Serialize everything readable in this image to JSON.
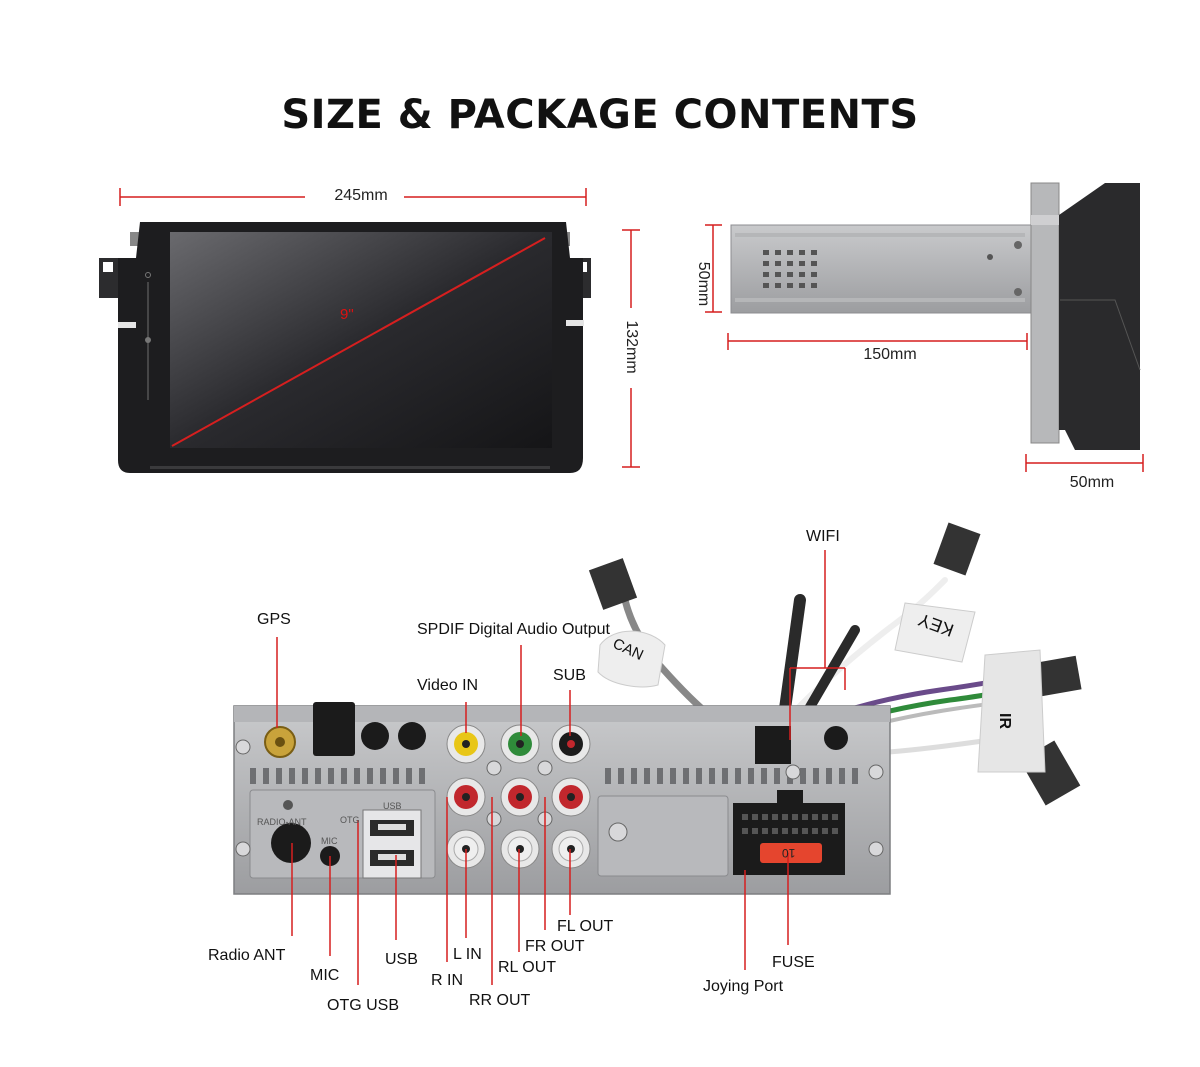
{
  "title": "SIZE & PACKAGE CONTENTS",
  "dimensions": {
    "width": "245mm",
    "height": "132mm",
    "diagonal": "9\"",
    "depth": "150mm",
    "box_height": "50mm",
    "bracket_depth": "50mm"
  },
  "labels": {
    "gps": "GPS",
    "spdif": "SPDIF Digital Audio Output",
    "video_in": "Video IN",
    "sub": "SUB",
    "wifi": "WIFI",
    "radio_ant": "Radio ANT",
    "mic": "MIC",
    "otg_usb": "OTG USB",
    "usb": "USB",
    "l_in": "L IN",
    "r_in": "R IN",
    "rr_out": "RR OUT",
    "rl_out": "RL OUT",
    "fr_out": "FR OUT",
    "fl_out": "FL OUT",
    "joying_port": "Joying Port",
    "fuse": "FUSE"
  },
  "cable_tags": {
    "can": "CAN",
    "key": "KEY",
    "ir": "IR"
  },
  "panel_prints": {
    "radio_ant": "RADIO-ANT",
    "mic": "MIC",
    "otg": "OTG",
    "usb": "USB",
    "fuse_value": "10"
  },
  "colors": {
    "accent_red": "#d61f1f",
    "panel_gray": "#a9aaad",
    "rca_yellow": "#e8c617",
    "rca_green": "#2f8b3a",
    "rca_red": "#c1272d",
    "rca_white": "#efefef"
  }
}
